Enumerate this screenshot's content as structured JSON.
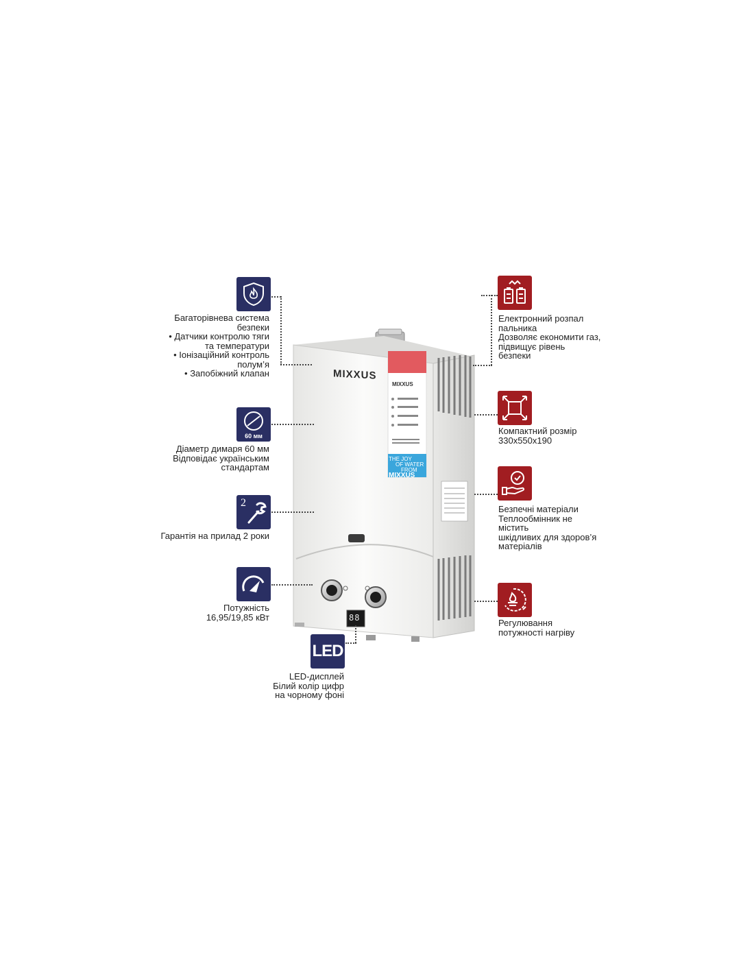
{
  "left_features": [
    {
      "icon": "shield-flame-icon",
      "lines": [
        "Багаторівнева система",
        "безпеки",
        "• Датчики контролю тяги",
        "та температури",
        "• Іонізаційний контроль",
        "полум’я",
        "• Запобіжний клапан"
      ]
    },
    {
      "icon": "chimney-diameter-icon",
      "icon_label": "60 мм",
      "lines": [
        "Діаметр димаря 60 мм",
        "Відповідає українським",
        "стандартам"
      ]
    },
    {
      "icon": "wrench-warranty-icon",
      "icon_label": "2",
      "lines": [
        "Гарантія на прилад 2 роки"
      ]
    },
    {
      "icon": "power-gauge-icon",
      "lines": [
        "Потужність",
        "16,95/19,85 кВт"
      ]
    }
  ],
  "led_feature": {
    "icon_label": "LED",
    "lines": [
      "LED-дисплей",
      "Білий колір цифр",
      "на чорному фоні"
    ]
  },
  "right_features": [
    {
      "icon": "battery-spark-icon",
      "lines": [
        "Електронний розпал",
        "пальника",
        "Дозволяє економити газ,",
        "підвищує рівень",
        "безпеки"
      ]
    },
    {
      "icon": "compact-size-icon",
      "lines": [
        "Компактний розмір",
        "330х550х190"
      ]
    },
    {
      "icon": "hand-safe-icon",
      "lines": [
        "Безпечні матеріали",
        "Теплообмінник не",
        "містить",
        "шкідливих для здоров’я",
        "матеріалів"
      ]
    },
    {
      "icon": "flame-regulation-icon",
      "lines": [
        "Регулювання",
        "потужності нагріву"
      ]
    }
  ],
  "product": {
    "brand": "MIXXUS",
    "sticker_brand": "MIXXUS",
    "sticker_tagline_1": "THE JOY",
    "sticker_tagline_2": "OF WATER",
    "sticker_tagline_3": "FROM",
    "sticker_tagline_4": "MIXXUS",
    "display_digits": "88",
    "colors": {
      "navy": "#2a2f63",
      "red": "#a11d21",
      "body": "#f4f4f2"
    }
  }
}
